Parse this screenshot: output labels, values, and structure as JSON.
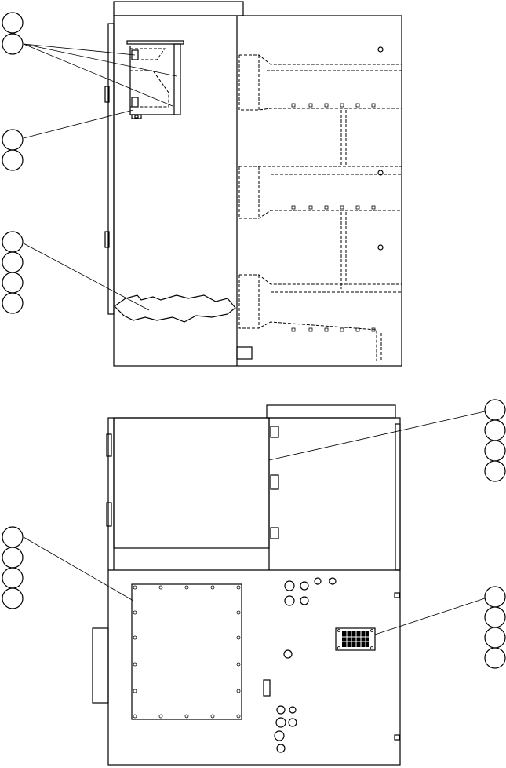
{
  "figure": {
    "views": [
      "view-top",
      "view-bottom"
    ],
    "callout_groups": [
      {
        "name": "group-top-left-1",
        "bubbles": 2
      },
      {
        "name": "group-top-left-2",
        "bubbles": 2
      },
      {
        "name": "group-top-left-3",
        "bubbles": 4
      },
      {
        "name": "group-bottom-right-1",
        "bubbles": 4
      },
      {
        "name": "group-bottom-left",
        "bubbles": 4
      },
      {
        "name": "group-bottom-right-2",
        "bubbles": 4
      }
    ],
    "line_color": "#000000",
    "background_color": "#ffffff"
  }
}
